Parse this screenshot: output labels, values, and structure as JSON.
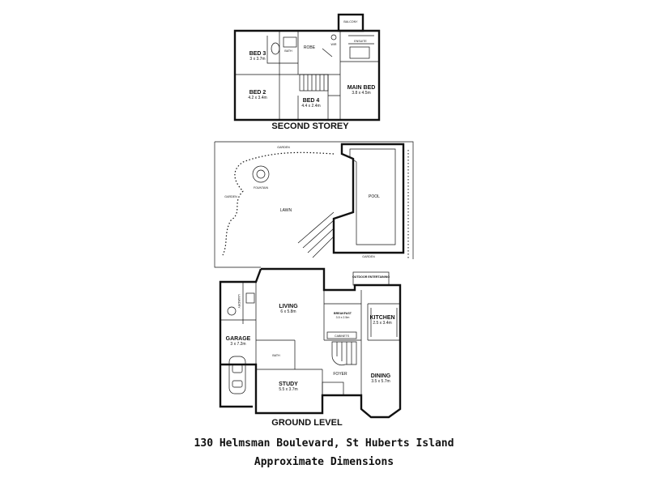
{
  "labels": {
    "second_storey": "SECOND STOREY",
    "ground_level": "GROUND LEVEL",
    "bed3": "BED 3",
    "bed3_dim": "3 x 3.7m",
    "bed2": "BED 2",
    "bed2_dim": "4.2 x 3.4m",
    "bed4": "BED 4",
    "bed4_dim": "4.4 x 2.4m",
    "main_bed": "MAIN BED",
    "main_bed_dim": "3.8 x 4.5m",
    "robe": "ROBE",
    "bath": "BATH",
    "ensuite": "ENSUITE",
    "balcony": "BALCONY",
    "wir": "WIR",
    "garden": "GARDEN",
    "lawn": "LAWN",
    "pool": "POOL",
    "fountain": "FOUNTAIN",
    "outdoor_entertaining": "OUTDOOR ENTERTAINING",
    "living": "LIVING",
    "living_dim": "6 x 5.8m",
    "breakfast": "BREAKFAST",
    "breakfast_dim": "3.5 x 2.5m",
    "kitchen": "KITCHEN",
    "kitchen_dim": "2.5 x 3.4m",
    "cabinets": "CABINETS",
    "laundry": "LAUNDRY",
    "garage": "GARAGE",
    "garage_dim": "3 x 7.2m",
    "study": "STUDY",
    "study_dim": "5.5 x 3.7m",
    "foyer": "FOYER",
    "dining": "DINING",
    "dining_dim": "3.5 x 5.7m"
  },
  "caption": {
    "address": "130 Helmsman Boulevard, St Huberts Island",
    "note": "Approximate Dimensions"
  }
}
